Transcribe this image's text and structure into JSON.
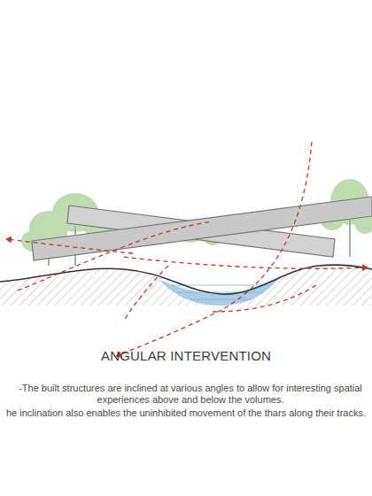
{
  "diagram": {
    "title": "ANGULAR INTERVENTION",
    "labels": [
      "-The built structures are inclined at various angles to allow for interesting spatial experiences above and below the volumes.",
      "he inclination also enables the uninhibited movement of the thars along their tracks."
    ]
  }
}
